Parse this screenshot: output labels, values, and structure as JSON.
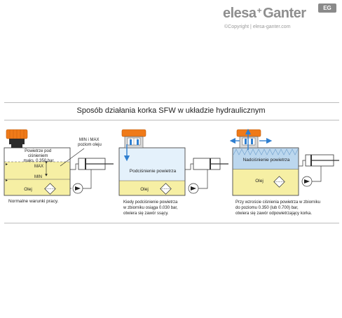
{
  "brand": {
    "logo_left": "elesa",
    "logo_right": "Ganter",
    "badge": "EG",
    "copyright": "©Copyright | elesa-ganter.com"
  },
  "title": "Sposób działania korka SFW w układzie hydraulicznym",
  "panel1": {
    "label_pressure_lines": [
      "Powietrze pod",
      "ciśnieniem",
      "maks. 0.350 bar"
    ],
    "label_min_max_lines": [
      "MIN i MAX",
      "poziom oleju"
    ],
    "max": "MAX",
    "min": "MIN",
    "oil": "Olej",
    "caption": "Normalne warunki pracy."
  },
  "panel2": {
    "vacuum": "Podciśnienie powietrza",
    "oil": "Olej",
    "caption_lines": [
      "Kiedy podciśnienie powietrza",
      "w zbiorniku osiąga 0.030 bar,",
      "otwiera się zawór ssący."
    ]
  },
  "panel3": {
    "overpressure": "Nadciśnienie powietrza",
    "oil": "Olej",
    "caption_lines": [
      "Przy wzroście ciśnienia powietrza w zbiorniku",
      "do poziomu 0.350 (lub 0.700) bar,",
      "otwiera się zawór odpowietrzający korka."
    ]
  },
  "colors": {
    "oil": "#f6efa4",
    "air": "#ffffff",
    "vacuum_air": "#e4f1fb",
    "pressure_air": "#bcd7ee",
    "cap_orange": "#ef7a19",
    "cap_black": "#2b2b2b",
    "outline": "#333333",
    "arrow_blue": "#2f7fd0"
  }
}
